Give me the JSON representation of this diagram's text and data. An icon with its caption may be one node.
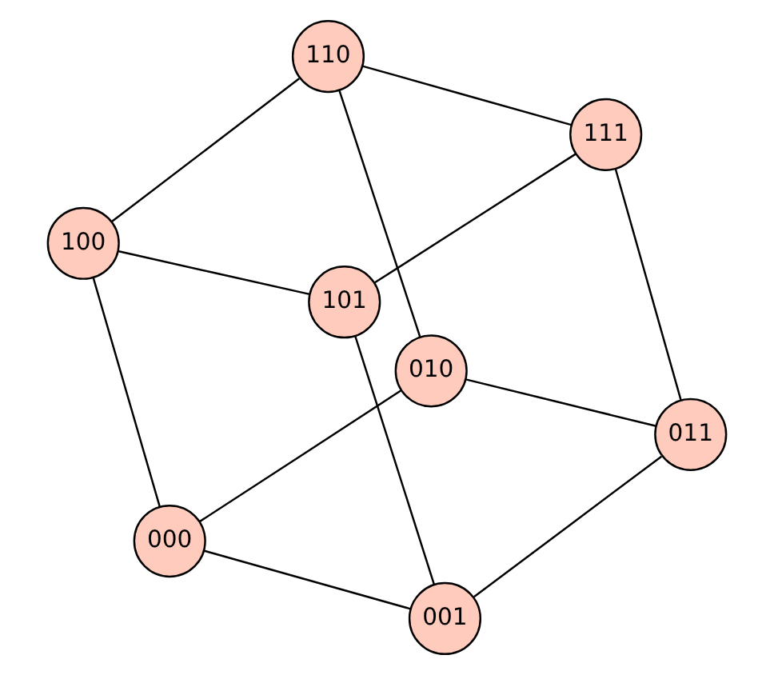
{
  "diagram": {
    "nodes": [
      {
        "text": [
          "011"
        ]
      },
      {
        "text": [
          "111"
        ]
      },
      {
        "text": [
          "001"
        ]
      },
      {
        "text": [
          "010"
        ]
      },
      {
        "text": [
          "101"
        ]
      },
      {
        "text": [
          "110"
        ]
      },
      {
        "text": [
          "000"
        ]
      },
      {
        "text": [
          "100"
        ]
      }
    ],
    "edges": [
      {
        "from": 0,
        "to": 1,
        "arrow": "none"
      },
      {
        "from": 0,
        "to": 2,
        "arrow": "none"
      },
      {
        "from": 0,
        "to": 3,
        "arrow": "none"
      },
      {
        "from": 1,
        "to": 4,
        "arrow": "none"
      },
      {
        "from": 1,
        "to": 5,
        "arrow": "none"
      },
      {
        "from": 2,
        "to": 4,
        "arrow": "none"
      },
      {
        "from": 3,
        "to": 5,
        "arrow": "none"
      },
      {
        "from": 6,
        "to": 3,
        "arrow": "none"
      },
      {
        "from": 7,
        "to": 4,
        "arrow": "none"
      },
      {
        "from": 2,
        "to": 6,
        "arrow": "none"
      },
      {
        "from": 5,
        "to": 7,
        "arrow": "none"
      },
      {
        "from": 6,
        "to": 7,
        "arrow": "none"
      }
    ]
  }
}
